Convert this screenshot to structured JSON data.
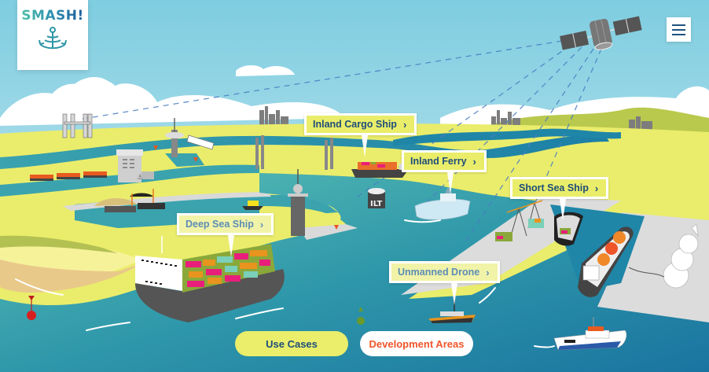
{
  "logo": {
    "text": "SMASH!",
    "icon": "anchor-icon"
  },
  "header": {
    "menu_icon": "hamburger-menu-icon"
  },
  "labels": [
    {
      "id": "inland-cargo-ship",
      "text": "Inland Cargo Ship",
      "chevron": "›",
      "faded": false
    },
    {
      "id": "inland-ferry",
      "text": "Inland Ferry",
      "chevron": "›",
      "faded": false
    },
    {
      "id": "short-sea-ship",
      "text": "Short Sea Ship",
      "chevron": "›",
      "faded": false
    },
    {
      "id": "deep-sea-ship",
      "text": "Deep Sea Ship",
      "chevron": "›",
      "faded": true
    },
    {
      "id": "unmanned-drone",
      "text": "Unmanned Drone",
      "chevron": "›",
      "faded": true
    }
  ],
  "buttons": {
    "use_cases": "Use Cases",
    "development_areas": "Development Areas"
  },
  "scene": {
    "building_sign": "ILT",
    "colors": {
      "sky_top": "#7ecde0",
      "sky_bottom": "#d8eef5",
      "land": "#eaed6b",
      "water": "#1f86a8",
      "sea": "#52b3b2",
      "quay": "#dcdcdc",
      "label_bg": "#e9ed6a",
      "label_text": "#1f4d79",
      "accent_orange": "#f0552a"
    }
  }
}
